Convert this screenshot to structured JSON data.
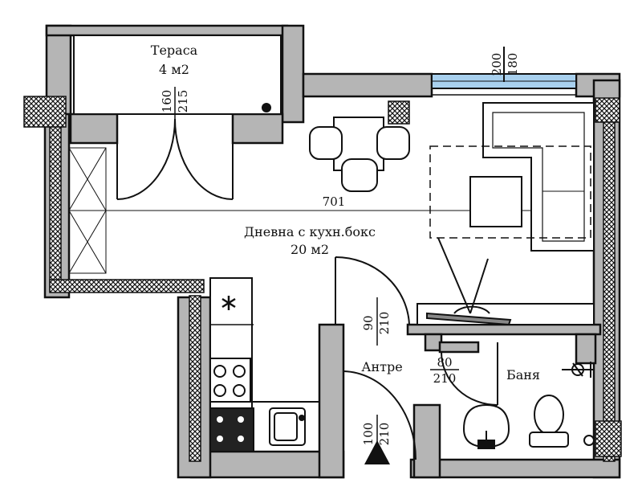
{
  "rooms": {
    "terrace": {
      "name": "Тераса",
      "area": "4 м2"
    },
    "living": {
      "name": "Дневна с кухн.бокс",
      "area": "20 м2"
    },
    "hall": {
      "name": "Антре"
    },
    "bath": {
      "name": "Баня"
    }
  },
  "dimensions": {
    "living_width": "701",
    "window_top": "200",
    "window_bottom": "180",
    "terrace_door_top": "160",
    "terrace_door_bottom": "215",
    "living_door_top": "90",
    "living_door_bottom": "210",
    "bath_door_top": "80",
    "bath_door_bottom": "210",
    "entry_door_top": "100",
    "entry_door_bottom": "210"
  },
  "colors": {
    "wall_fill": "#b5b5b5",
    "wall_outline": "#111111",
    "window_glass": "#a8d0ee"
  },
  "icons": [
    "entrance-arrow-icon",
    "stove-icon",
    "sink-icon",
    "toilet-icon",
    "shower-icon",
    "wash-basin-icon",
    "star-symbol-icon"
  ]
}
